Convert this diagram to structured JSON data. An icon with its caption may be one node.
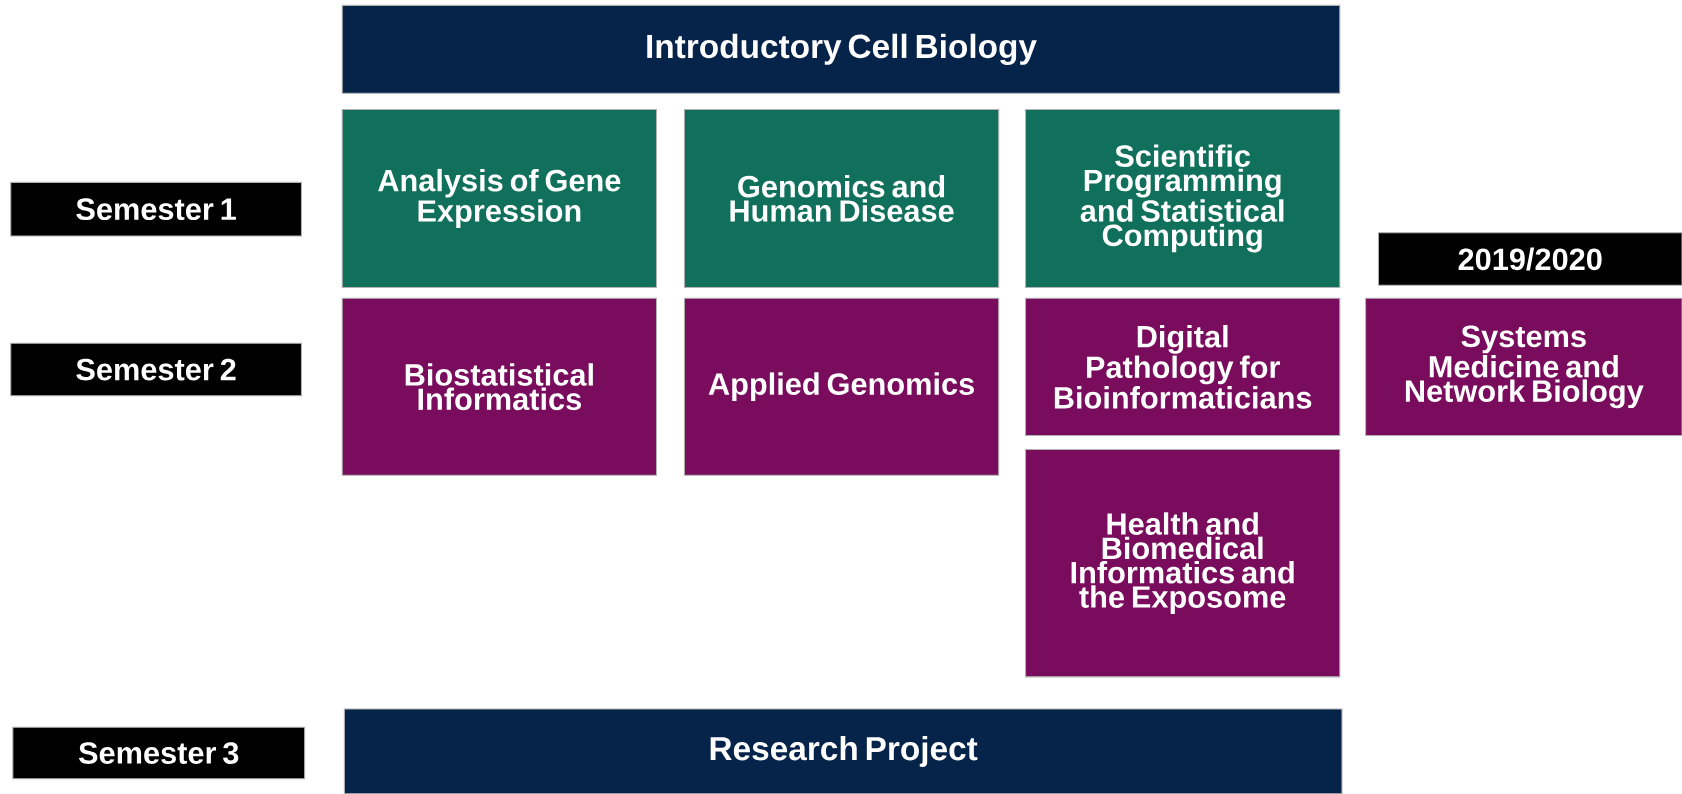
{
  "diagram": {
    "nodes": [
      {
        "text": [
          "Introductory Cell Biology"
        ]
      },
      {
        "text": [
          "Semester 1"
        ]
      },
      {
        "text": [
          "Analysis of Gene Expression"
        ]
      },
      {
        "text": [
          "Genomics and Human Disease"
        ]
      },
      {
        "text": [
          "Scientific Programming and Statistical Computing"
        ]
      },
      {
        "text": [
          "2019/2020"
        ]
      },
      {
        "text": [
          "Semester 2"
        ]
      },
      {
        "text": [
          "Biostatistical Informatics"
        ]
      },
      {
        "text": [
          "Applied Genomics"
        ]
      },
      {
        "text": [
          "Digital Pathology for Bioinformaticians"
        ]
      },
      {
        "text": [
          "Systems Medicine and Network Biology"
        ]
      },
      {
        "text": [
          "Health and Biomedical Informatics and the Exposome"
        ]
      },
      {
        "text": [
          "Semester 3"
        ]
      },
      {
        "text": [
          "Research Project"
        ]
      }
    ]
  }
}
